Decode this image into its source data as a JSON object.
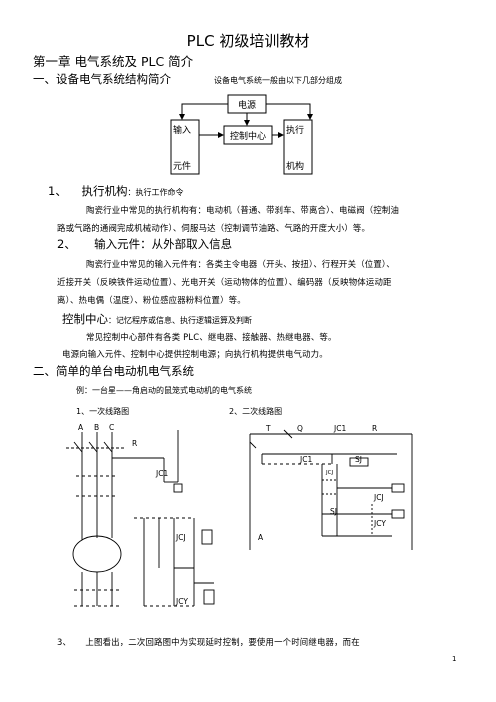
{
  "doc": {
    "title": "PLC 初级培训教材",
    "chapter": "第一章  电气系统及 PLC 简介",
    "section1": "一、设备电气系统结构简介",
    "section1_note": "设备电气系统一般由以下几部分组成",
    "diagram": {
      "power": "电源",
      "input_a": "输入",
      "input_b": "元件",
      "control": "控制中心",
      "exec_a": "执行",
      "exec_b": "机构"
    },
    "item1_num": "1、",
    "item1_head": "执行机构",
    "item1_sub": "：执行工作命令",
    "item1_p1": "陶瓷行业中常见的执行机构有：电动机（普通、带刹车、带离合）、电磁阀（控制油",
    "item1_p2": "路或气路的通阀完成机械动作）、伺服马达（控制调节油路、气路的开度大小）等。",
    "item2_num": "2、",
    "item2_head": "输入元件：从外部取入信息",
    "item2_p1": "陶瓷行业中常见的输入元件有：各类主令电器（开头、按扭）、行程开关（位置）、",
    "item2_p2": "近接开关（反映铁件运动位置）、光电开关（运动物体的位置）、编码器（反映物体运动距",
    "item2_p3": "离）、热电偶（温度）、粉位感应器粉料位置）等。",
    "item3_head": "控制中心",
    "item3_sub": "：记忆程序或信息、执行逻辑运算及判断",
    "item3_p1": "常见控制中心部件有各类 PLC、继电器、接触器、热继电器、等。",
    "item3_p2": "电源向输入元件、控制中心提供控制电源；向执行机构提供电气动力。",
    "section2": "二、简单的单台电动机电气系统",
    "example": "例：一台星——角启动的鼠笼式电动机的电气系统",
    "circuit1_title": "1、一次线路图",
    "circuit2_title": "2、二次线路图",
    "c1": {
      "a": "A",
      "b": "B",
      "c": "C",
      "r": "R",
      "jc1": "JC1",
      "jcj": "JCJ",
      "jcy": "JCY"
    },
    "c2": {
      "t": "T",
      "q": "Q",
      "jc1_top": "JC1",
      "r": "R",
      "jc1": "JC1",
      "sj": "SJ",
      "jcj_small": "JCJ",
      "jcj": "JCJ",
      "sj2": "SJ",
      "jcy": "JCY",
      "a": "A"
    },
    "item_last_num": "3、",
    "item_last": "上图看出，二次回路图中为实现延时控制，要使用一个时间继电器，而在",
    "page_num": "1"
  }
}
